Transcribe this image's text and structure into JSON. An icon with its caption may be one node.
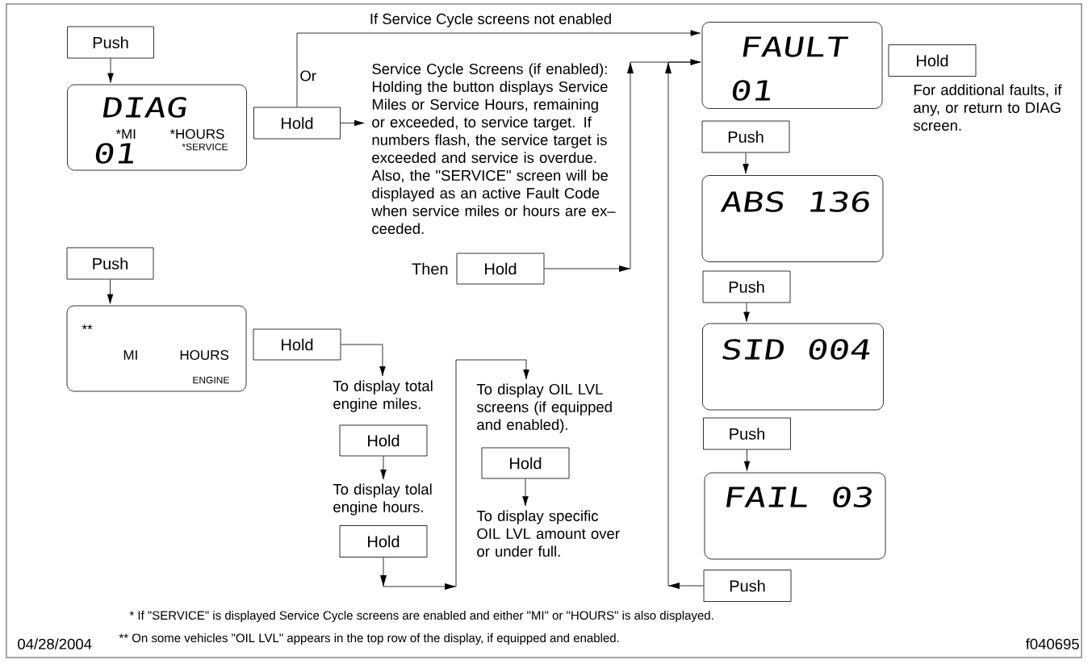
{
  "diagram": {
    "nodes": [
      {
        "text": [
          "Push"
        ]
      },
      {
        "text": [
          "DIAG",
          "*MI",
          "*HOURS",
          "01",
          "*SERVICE"
        ]
      },
      {
        "text": [
          "Hold"
        ]
      },
      {
        "text": [
          "Service Cycle Screens (if enabled): Holding the button displays Service Miles or Service Hours, remaining or exceeded, to service target. If numbers flash, the service target is exceeded and service is overdue. Also, the \"SERVICE\" screen will be displayed as an active Fault Code when service miles or hours are ex– ceeded."
        ]
      },
      {
        "text": [
          "Hold"
        ],
        "beside": [
          "Then"
        ]
      },
      {
        "text": [
          "FAULT",
          "01"
        ]
      },
      {
        "text": [
          "Hold"
        ],
        "beside": [
          "For additional faults, if any, or return to DIAG screen."
        ]
      },
      {
        "text": [
          "Push"
        ]
      },
      {
        "text": [
          "ABS 136"
        ]
      },
      {
        "text": [
          "Push"
        ]
      },
      {
        "text": [
          "SID 004"
        ]
      },
      {
        "text": [
          "Push"
        ]
      },
      {
        "text": [
          "FAIL 03"
        ]
      },
      {
        "text": [
          "Push"
        ]
      },
      {
        "text": [
          "Push"
        ]
      },
      {
        "text": [
          "**",
          "MI",
          "HOURS",
          "ENGINE"
        ]
      },
      {
        "text": [
          "Hold"
        ]
      },
      {
        "text": [
          "To display total engine miles."
        ]
      },
      {
        "text": [
          "Hold"
        ]
      },
      {
        "text": [
          "To display tolal engine hours."
        ]
      },
      {
        "text": [
          "Hold"
        ]
      },
      {
        "text": [
          "To display OIL LVL screens (if equipped and enabled)."
        ]
      },
      {
        "text": [
          "Hold"
        ]
      },
      {
        "text": [
          "To display specific OIL LVL amount over or under full."
        ]
      }
    ],
    "edges": [
      {
        "from": 0,
        "to": 1,
        "arrow": "to"
      },
      {
        "from": 2,
        "to": 5,
        "arrow": "to",
        "label": "If Service Cycle screens not enabled"
      },
      {
        "from": 2,
        "to": 3,
        "arrow": "to"
      },
      {
        "from": 4,
        "to": 5,
        "arrow": "to"
      },
      {
        "from": 13,
        "to": 5,
        "arrow": "to"
      },
      {
        "from": 7,
        "to": 8,
        "arrow": "to"
      },
      {
        "from": 9,
        "to": 10,
        "arrow": "to"
      },
      {
        "from": 11,
        "to": 12,
        "arrow": "to"
      },
      {
        "from": 14,
        "to": 15,
        "arrow": "to"
      },
      {
        "from": 16,
        "to": 17,
        "arrow": "to"
      },
      {
        "from": 18,
        "to": 19,
        "arrow": "to"
      },
      {
        "from": 20,
        "to": 21,
        "arrow": "to"
      },
      {
        "from": 22,
        "to": 23,
        "arrow": "to"
      }
    ],
    "labels": [
      "Or",
      "* If \"SERVICE\" is displayed Service Cycle screens are enabled and either \"MI\" or \"HOURS\" is also displayed.",
      "** On some vehicles \"OIL LVL\" appears in the top row of the display, if equipped and enabled.",
      "04/28/2004",
      "f040695"
    ]
  }
}
